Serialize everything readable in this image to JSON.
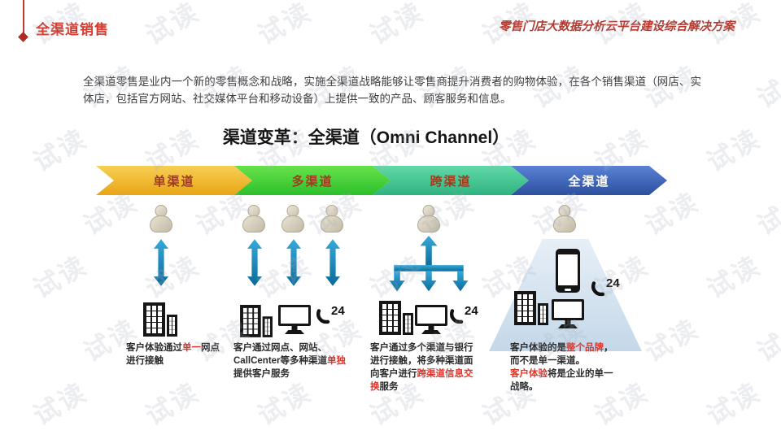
{
  "page": {
    "title": "全渠道销售",
    "header_right": "零售门店大数据分析云平台建设综合解决方案",
    "watermark": "试读",
    "accent_color": "#d63a2f"
  },
  "intro": "全渠道零售是业内一个新的零售概念和战略，实施全渠道战略能够让零售商提升消费者的购物体验，在各个销售渠道（网店、实体店，包括官方网站、社交媒体平台和移动设备）上提供一致的产品、顾客服务和信息。",
  "diagram": {
    "heading": "渠道变革：全渠道（Omni Channel）",
    "phone_label": "24",
    "arrow_color_top": "#36a9d9",
    "arrow_color_bottom": "#0c6a99",
    "stages": [
      {
        "label": "单渠道",
        "fill_top": "#f6cf55",
        "fill_bottom": "#e9a515",
        "text_color": "#9c3d1e"
      },
      {
        "label": "多渠道",
        "fill_top": "#67e24a",
        "fill_bottom": "#2dbf2d",
        "text_color": "#9c3d1e"
      },
      {
        "label": "跨渠道",
        "fill_top": "#62d8a7",
        "fill_bottom": "#2fb381",
        "text_color": "#9c3d1e"
      },
      {
        "label": "全渠道",
        "fill_top": "#5b82d6",
        "fill_bottom": "#2d4f9e",
        "text_color": "#ffffff"
      }
    ],
    "captions": [
      [
        {
          "t": "客户体验通过"
        },
        {
          "t": "单一",
          "red": true
        },
        {
          "t": "网点进行接触"
        }
      ],
      [
        {
          "t": "客户通过网点、网站、CallCenter等多种渠道"
        },
        {
          "t": "单独",
          "red": true
        },
        {
          "t": "提供客户服务"
        }
      ],
      [
        {
          "t": "客户通过多个渠道与银行进行接触，将多种渠道面向客户进行"
        },
        {
          "t": "跨渠道信息交换",
          "red": true
        },
        {
          "t": "服务"
        }
      ],
      [
        {
          "t": "客户体验的是"
        },
        {
          "t": "整个品牌",
          "red": true
        },
        {
          "t": "，\n而不是单一渠道。\n"
        },
        {
          "t": "客户体验",
          "red": true
        },
        {
          "t": "将是企业的单一战略。"
        }
      ]
    ]
  }
}
